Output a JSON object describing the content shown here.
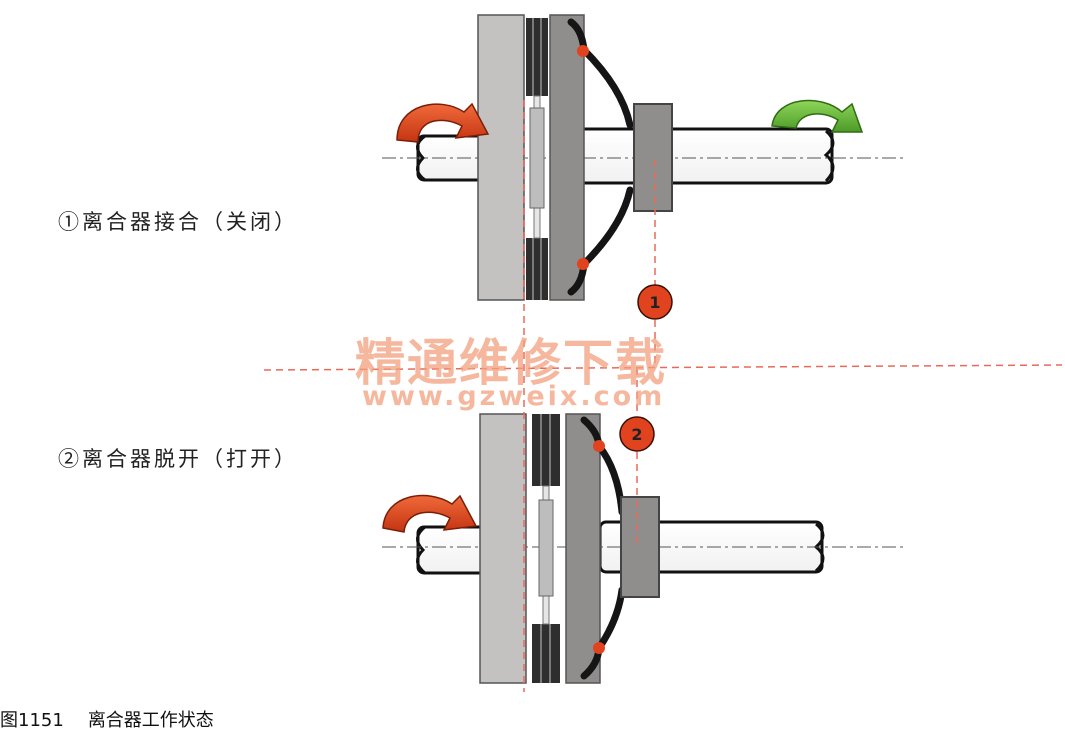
{
  "labels": {
    "engaged": "①离合器接合（关闭）",
    "disengaged": "②离合器脱开（打开）"
  },
  "markers": {
    "one": "1",
    "two": "2"
  },
  "watermark": {
    "title": "精通维修下载",
    "url": "www.gzweix.com"
  },
  "caption": {
    "figure_no": "图1151",
    "title": "离合器工作状态"
  },
  "colors": {
    "flywheel": "#c3c2c1",
    "pressure_plate": "#8f8e8d",
    "disc_dark": "#2e2e2e",
    "spring": "#151515",
    "accent_red": "#e1431f",
    "input_arrow": "#e0451d",
    "output_arrow": "#6fbf3c",
    "dash_red": "#e86a5a"
  },
  "icons": {
    "input_rotation": "curved-arrow-icon",
    "output_rotation": "curved-arrow-icon"
  }
}
